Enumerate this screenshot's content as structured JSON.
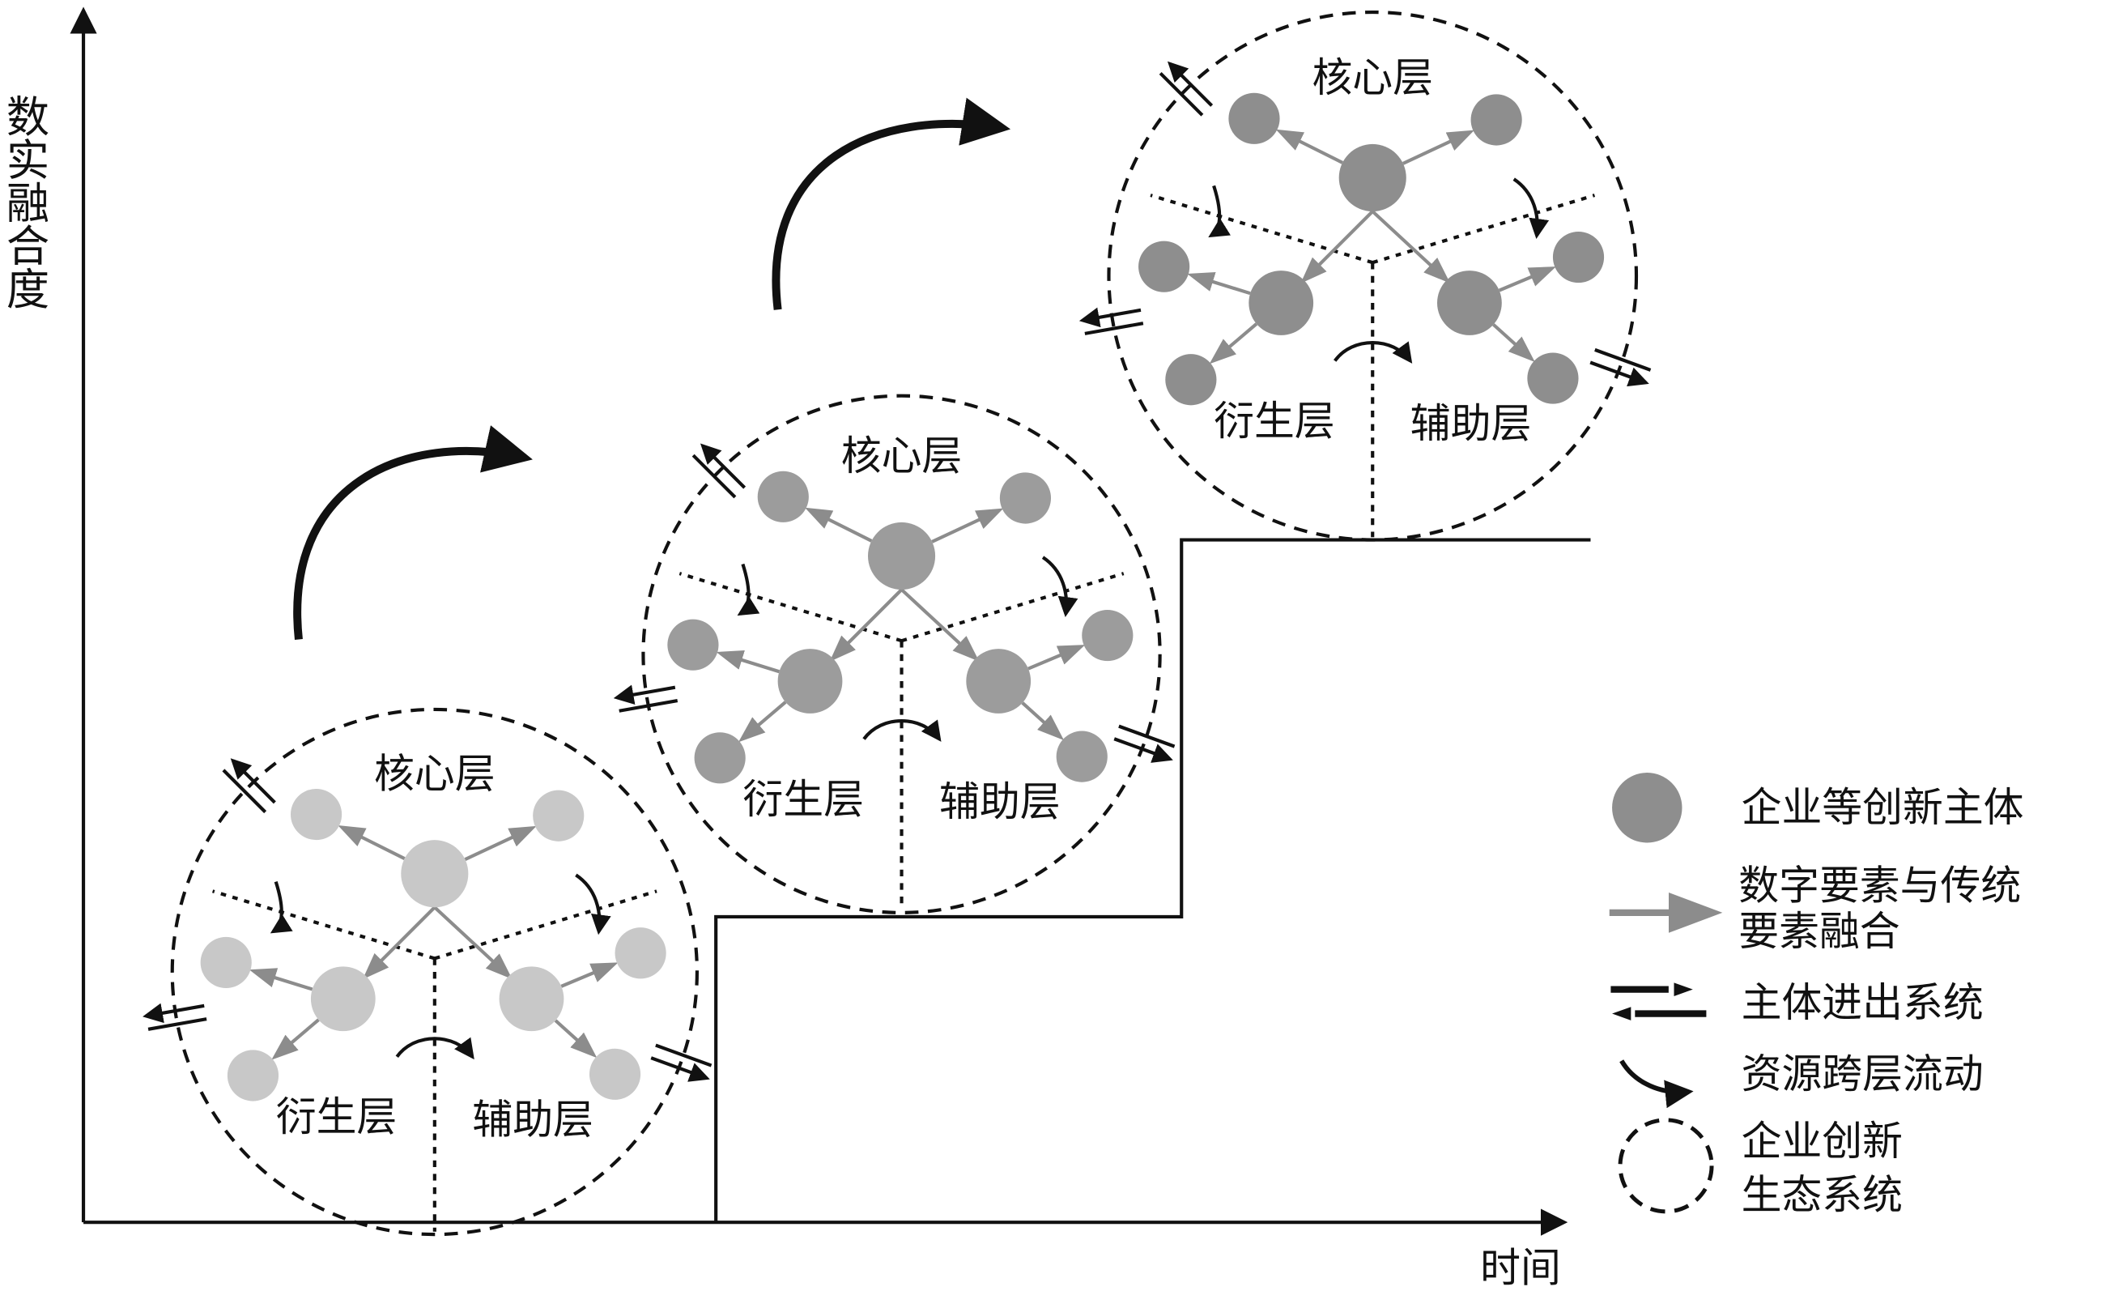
{
  "axes": {
    "y_label": "数实融合度",
    "x_label": "时间"
  },
  "stages": [
    {
      "core": "核心层",
      "derived": "衍生层",
      "auxiliary": "辅助层",
      "entity_color": "#c8c8c8"
    },
    {
      "core": "核心层",
      "derived": "衍生层",
      "auxiliary": "辅助层",
      "entity_color": "#9c9c9c"
    },
    {
      "core": "核心层",
      "derived": "衍生层",
      "auxiliary": "辅助层",
      "entity_color": "#8e8e8e"
    }
  ],
  "legend": {
    "entity": "企业等创新主体",
    "fusion_line1": "数字要素与传统",
    "fusion_line2": "要素融合",
    "entry_exit": "主体进出系统",
    "resource_flow": "资源跨层流动",
    "ecosystem_line1": "企业创新",
    "ecosystem_line2": "生态系统"
  },
  "colors": {
    "fusion_arrow": "#8c8c8c",
    "legend_entity": "#8e8e8e",
    "line": "#111111"
  }
}
